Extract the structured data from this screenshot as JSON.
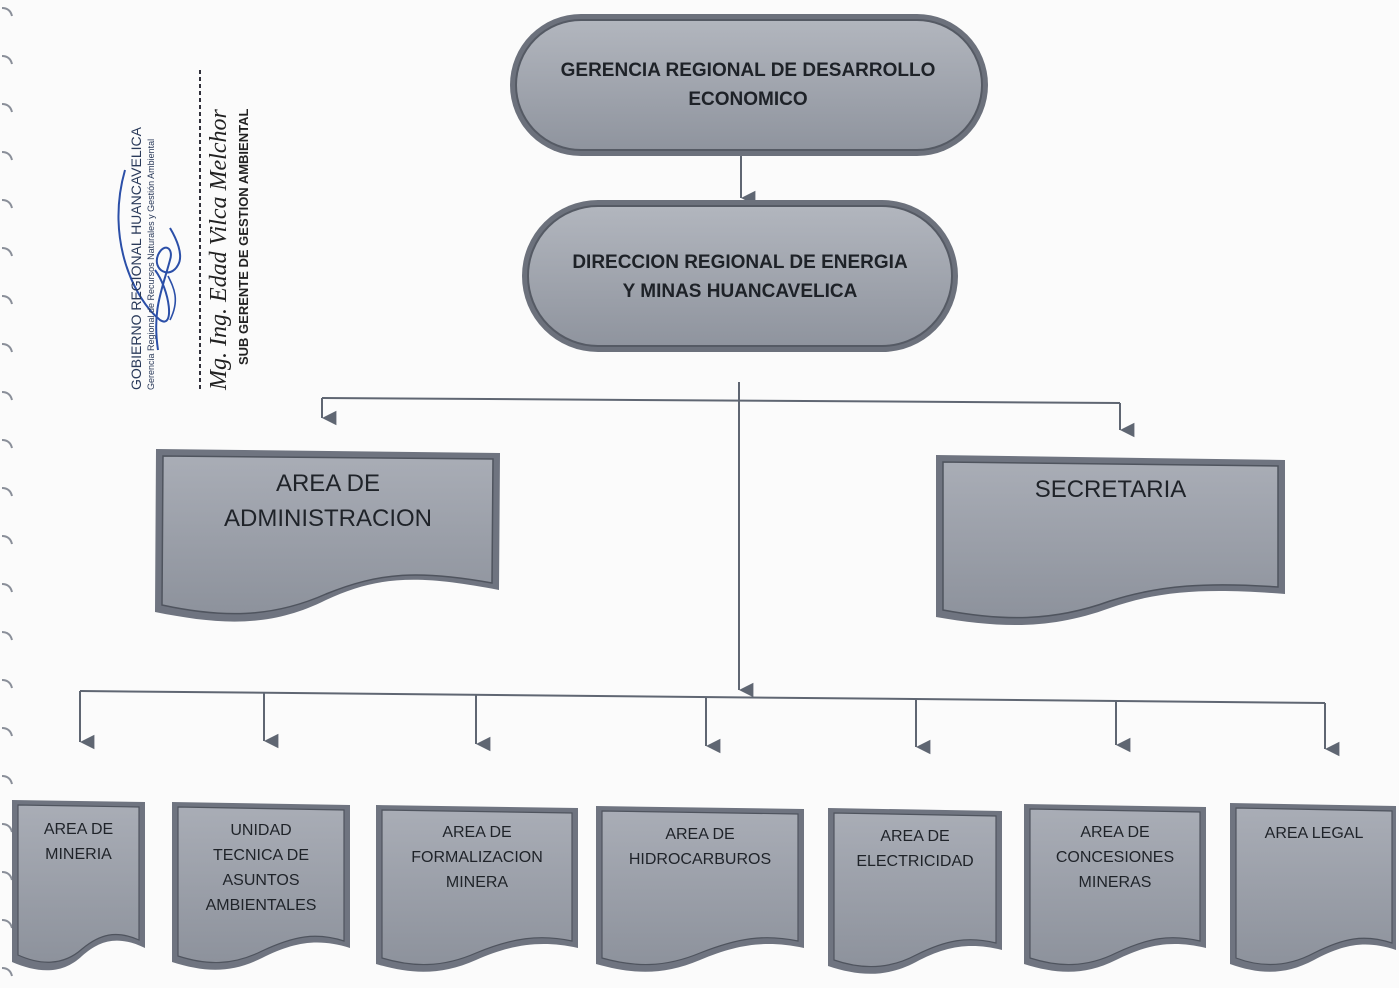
{
  "diagram": {
    "top": {
      "line1": "GERENCIA REGIONAL DE DESARROLLO",
      "line2": "ECONOMICO"
    },
    "direction": {
      "line1": "DIRECCION REGIONAL DE ENERGIA",
      "line2": "Y MINAS HUANCAVELICA"
    },
    "admin": {
      "line1": "AREA DE",
      "line2": "ADMINISTRACION"
    },
    "secretary": {
      "line1": "SECRETARIA"
    },
    "areas": [
      {
        "lines": [
          "AREA DE",
          "MINERIA"
        ]
      },
      {
        "lines": [
          "UNIDAD",
          "TECNICA DE",
          "ASUNTOS",
          "AMBIENTALES"
        ]
      },
      {
        "lines": [
          "AREA DE",
          "FORMALIZACION",
          "MINERA"
        ]
      },
      {
        "lines": [
          "AREA DE",
          "HIDROCARBUROS"
        ]
      },
      {
        "lines": [
          "AREA DE",
          "ELECTRICIDAD"
        ]
      },
      {
        "lines": [
          "AREA DE",
          "CONCESIONES",
          "MINERAS"
        ]
      },
      {
        "lines": [
          "AREA LEGAL"
        ]
      }
    ]
  },
  "stamp": {
    "org": "GOBIERNO REGIONAL HUANCAVELICA",
    "sub": "Gerencia Regional de Recursos Naturales y Gestión Ambiental",
    "name": "Mg. Ing. Edad Vilca Melchor",
    "title": "SUB GERENTE DE GESTION AMBIENTAL"
  },
  "colors": {
    "box_fill": "#a3a8b2",
    "box_edge": "#6f7480",
    "line": "#5f6672"
  }
}
